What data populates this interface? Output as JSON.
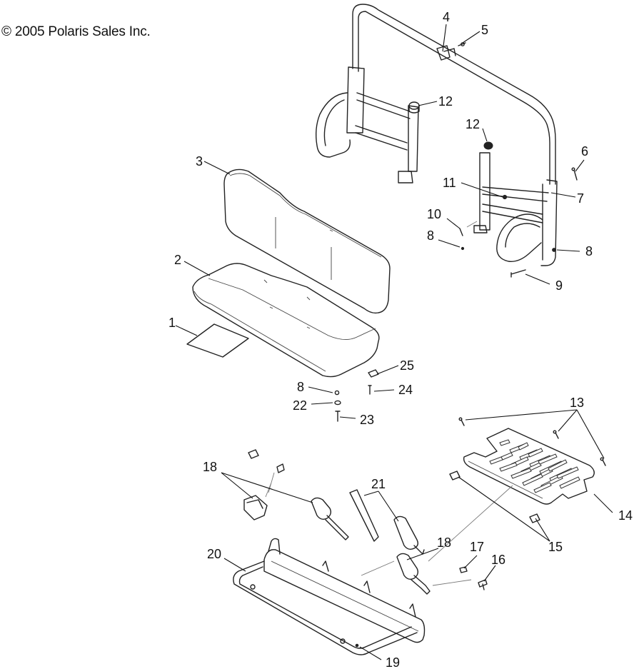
{
  "copyright": "© 2005 Polaris Sales Inc.",
  "callouts": [
    "1",
    "2",
    "3",
    "4",
    "5",
    "6",
    "7",
    "8",
    "9",
    "10",
    "11",
    "12",
    "13",
    "14",
    "15",
    "16",
    "17",
    "18",
    "19",
    "20",
    "21",
    "22",
    "23",
    "24",
    "25"
  ]
}
